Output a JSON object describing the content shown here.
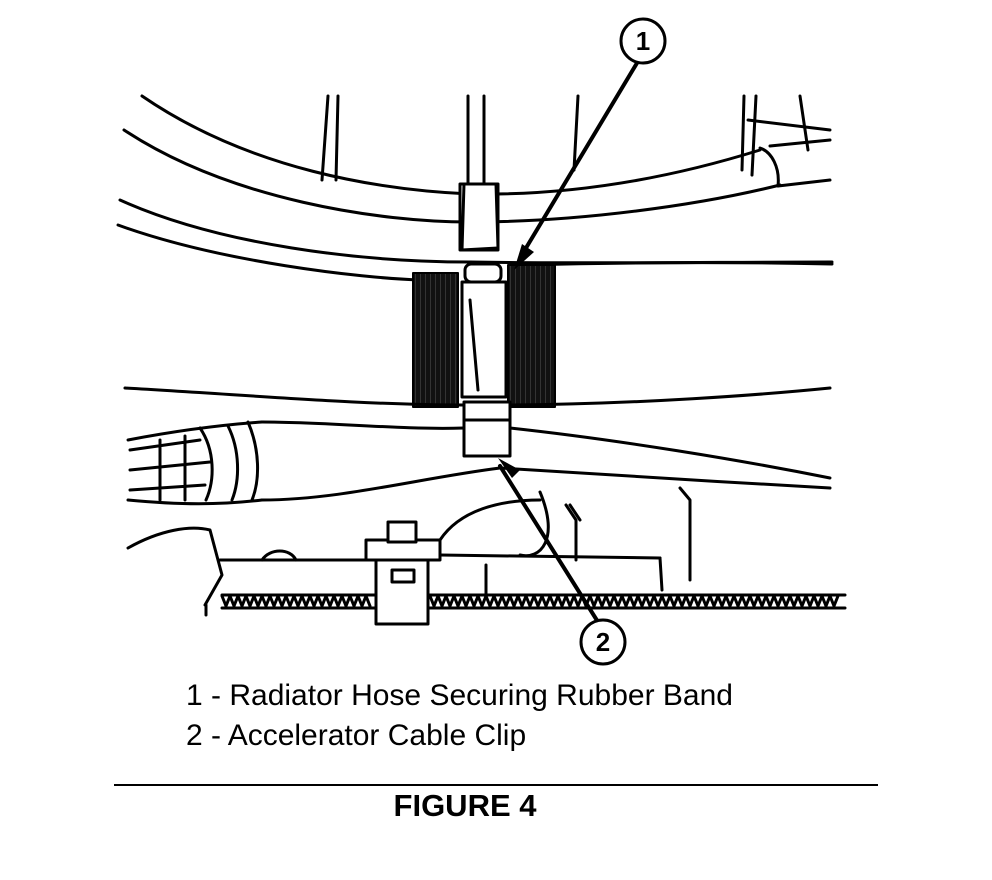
{
  "callouts": [
    {
      "number": "1"
    },
    {
      "number": "2"
    }
  ],
  "legend": [
    {
      "text": "1 - Radiator Hose Securing Rubber Band"
    },
    {
      "text": "2 - Accelerator Cable Clip"
    }
  ],
  "caption": "FIGURE 4"
}
